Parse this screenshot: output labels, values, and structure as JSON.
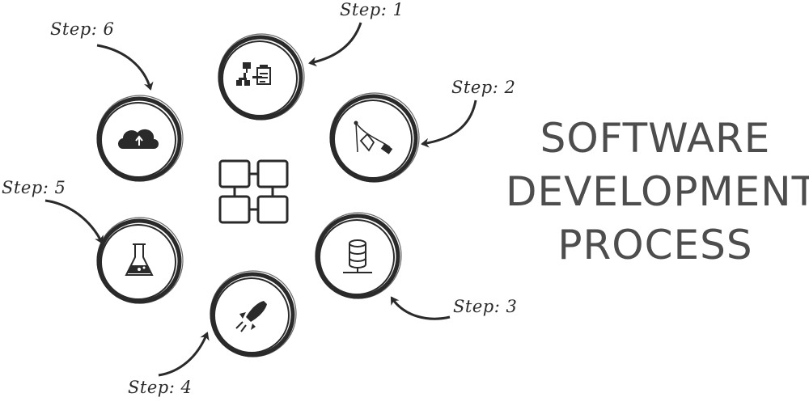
{
  "title": {
    "line1": "SOFTWARE",
    "line2": "DEVELOPMENT",
    "line3": "PROCESS"
  },
  "steps": [
    {
      "label": "Step: 1",
      "icon": "flowchart-document-icon"
    },
    {
      "label": "Step: 2",
      "icon": "design-pen-tool-icon"
    },
    {
      "label": "Step: 3",
      "icon": "database-icon"
    },
    {
      "label": "Step: 4",
      "icon": "rocket-icon"
    },
    {
      "label": "Step: 5",
      "icon": "flask-icon"
    },
    {
      "label": "Step: 6",
      "icon": "cloud-upload-icon"
    }
  ],
  "center_icon": "connected-blocks-icon",
  "colors": {
    "ink": "#2a2a2a",
    "title": "#4d4d4d",
    "background": "#ffffff"
  }
}
